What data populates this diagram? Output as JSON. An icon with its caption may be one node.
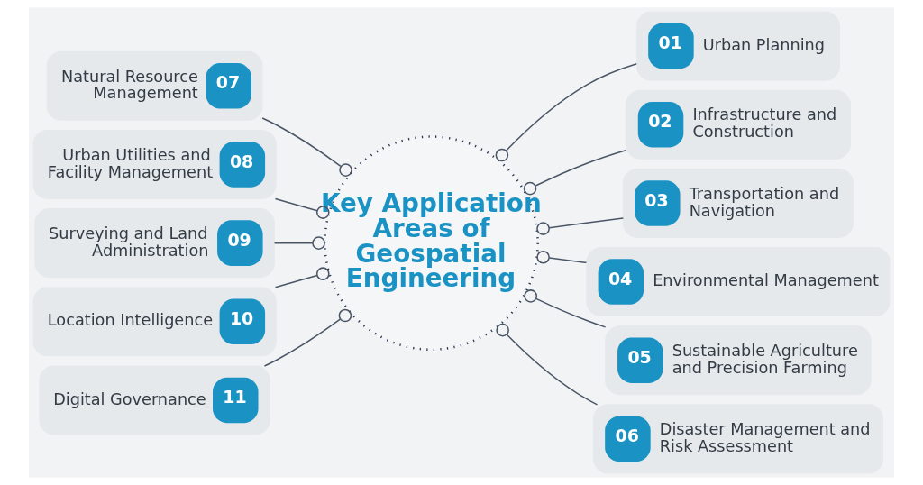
{
  "diagram": {
    "nodes": [
      {
        "text": [
          "Key Application Areas of Geospatial Engineering"
        ]
      },
      {
        "text": [
          "01",
          "Urban Planning"
        ]
      },
      {
        "text": [
          "02",
          "Infrastructure and Construction"
        ]
      },
      {
        "text": [
          "03",
          "Transportation and Navigation"
        ]
      },
      {
        "text": [
          "04",
          "Environmental Management"
        ]
      },
      {
        "text": [
          "05",
          "Sustainable Agriculture and Precision Farming"
        ]
      },
      {
        "text": [
          "06",
          "Disaster Management and Risk Assessment"
        ]
      },
      {
        "text": [
          "Natural Resource Management",
          "07"
        ]
      },
      {
        "text": [
          "Urban Utilities and Facility Management",
          "08"
        ]
      },
      {
        "text": [
          "Surveying and Land Administration",
          "09"
        ]
      },
      {
        "text": [
          "Location Intelligence",
          "10"
        ]
      },
      {
        "text": [
          "Digital Governance",
          "11"
        ]
      }
    ],
    "edges": [
      {
        "from": 0,
        "to": 1,
        "arrow": "other"
      },
      {
        "from": 0,
        "to": 2,
        "arrow": "other"
      },
      {
        "from": 0,
        "to": 3,
        "arrow": "other"
      },
      {
        "from": 0,
        "to": 4,
        "arrow": "other"
      },
      {
        "from": 0,
        "to": 5,
        "arrow": "other"
      },
      {
        "from": 0,
        "to": 6,
        "arrow": "other"
      },
      {
        "from": 0,
        "to": 7,
        "arrow": "other"
      },
      {
        "from": 0,
        "to": 8,
        "arrow": "other"
      },
      {
        "from": 0,
        "to": 9,
        "arrow": "other"
      },
      {
        "from": 0,
        "to": 10,
        "arrow": "other"
      },
      {
        "from": 0,
        "to": 11,
        "arrow": "other"
      }
    ]
  }
}
